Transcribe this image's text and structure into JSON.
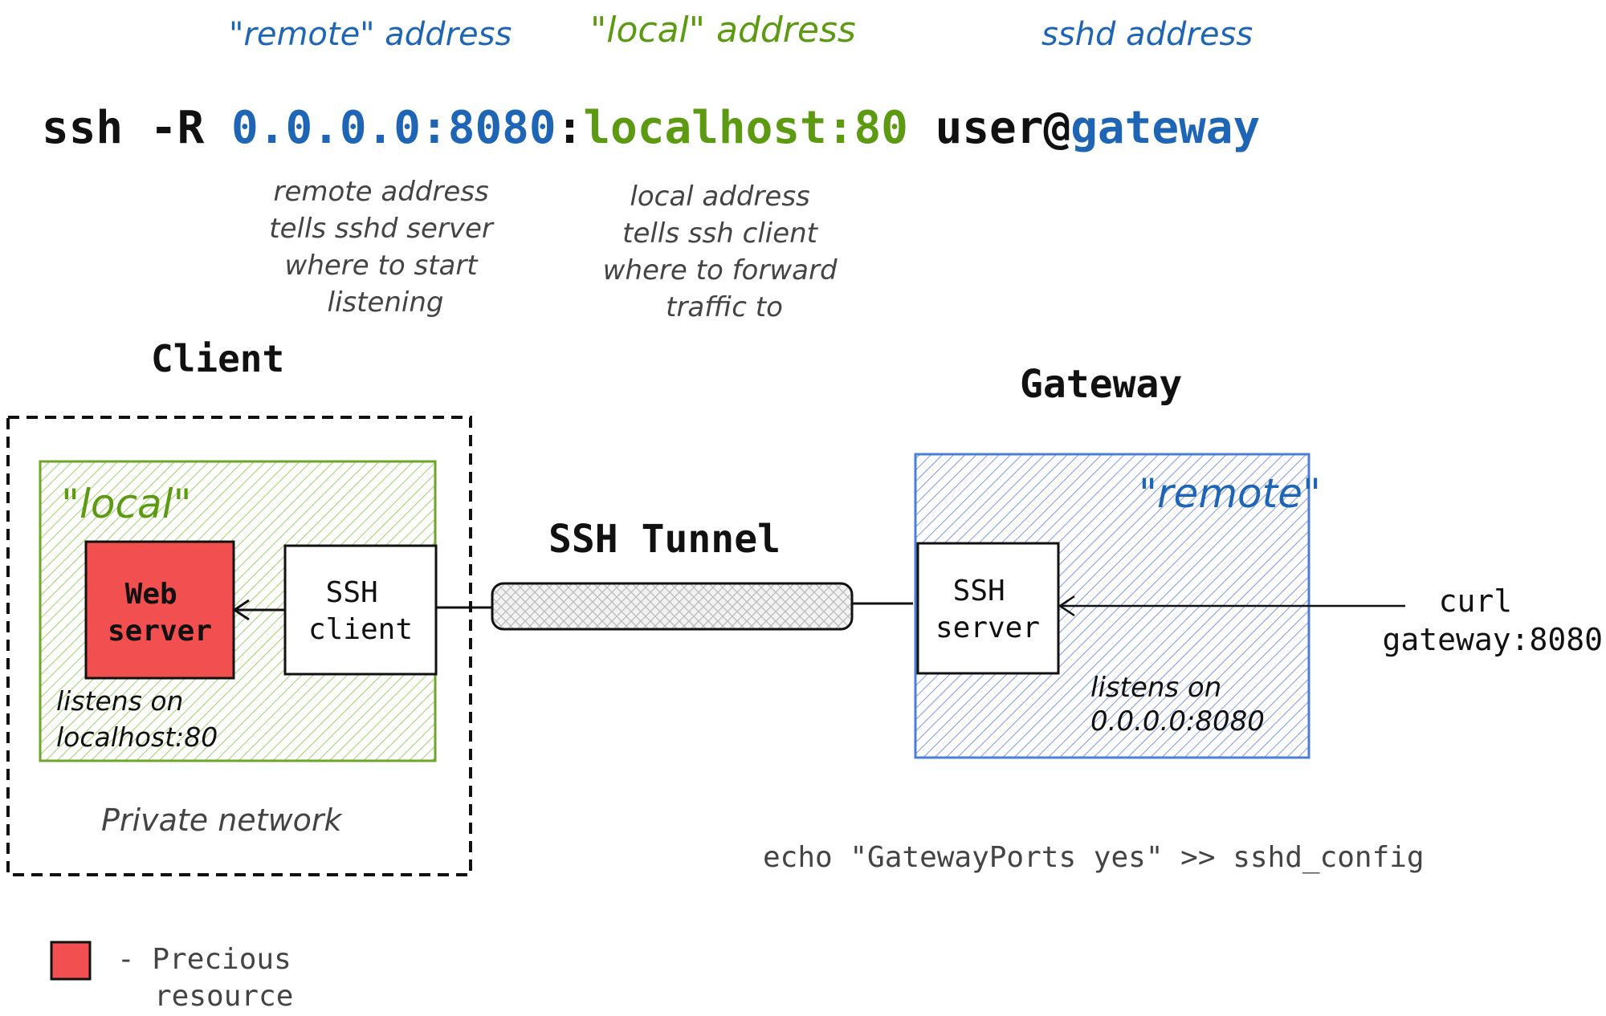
{
  "colors": {
    "blue": "#1e65b5",
    "green": "#5c9a12",
    "gray_text": "#444444",
    "precious_red": "#f25050",
    "local_fill": "#b6dc84",
    "local_stroke": "#6ea52a",
    "remote_fill": "#97abee",
    "remote_stroke": "#4a7fd4"
  },
  "header": {
    "remote_label": "\"remote\" address",
    "local_label": "\"local\" address",
    "sshd_label": "sshd address"
  },
  "command": {
    "prefix": "ssh -R ",
    "remote_addr": "0.0.0.0:8080",
    "separator": ":",
    "local_addr": "localhost:80",
    "user": " user@",
    "host": "gateway"
  },
  "notes": {
    "remote_lines": [
      "remote address",
      "tells sshd server",
      "where to start",
      "listening"
    ],
    "local_lines": [
      "local address",
      "tells ssh client",
      "where to forward",
      "traffic to"
    ]
  },
  "client": {
    "title": "Client",
    "zone_label": "\"local\"",
    "web_server_lines": [
      "Web",
      "server"
    ],
    "ssh_client_lines": [
      "SSH",
      "client"
    ],
    "listens_lines": [
      "listens on",
      "localhost:80"
    ],
    "network_label": "Private network"
  },
  "tunnel": {
    "label": "SSH Tunnel"
  },
  "gateway": {
    "title": "Gateway",
    "zone_label": "\"remote\"",
    "ssh_server_lines": [
      "SSH",
      "server"
    ],
    "listens_lines": [
      "listens on",
      "0.0.0.0:8080"
    ],
    "curl_lines": [
      "curl",
      "gateway:8080"
    ],
    "config_cmd": "echo \"GatewayPorts yes\" >> sshd_config"
  },
  "legend": {
    "lines": [
      "- Precious",
      "resource"
    ]
  }
}
